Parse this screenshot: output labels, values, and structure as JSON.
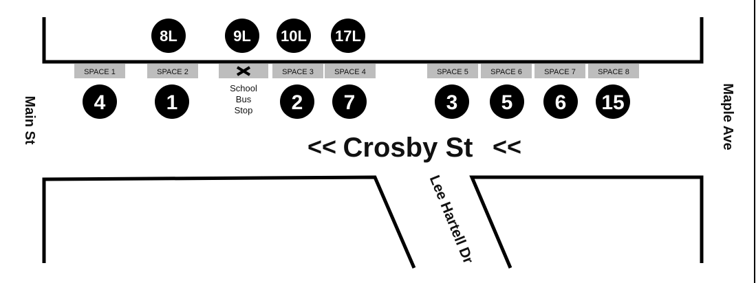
{
  "streets": {
    "main": "Main St",
    "maple": "Maple Ave",
    "crosby": "Crosby St",
    "crosby_arrows_left": "<<",
    "crosby_arrows_right": "<<",
    "lee": "Lee Hartell Dr"
  },
  "spaces": [
    "SPACE 1",
    "SPACE 2",
    "SPACE 3",
    "SPACE 4",
    "SPACE 5",
    "SPACE 6",
    "SPACE 7",
    "SPACE 8"
  ],
  "school_stop": {
    "icon": "x-icon",
    "lines": [
      "School",
      "Bus",
      "Stop"
    ]
  },
  "top_routes": [
    "8L",
    "9L",
    "10L",
    "17L"
  ],
  "bottom_routes": [
    "4",
    "1",
    "2",
    "7",
    "3",
    "5",
    "6",
    "15"
  ],
  "colors": {
    "curb": "#000000",
    "space_fill": "#bdbdbd",
    "badge": "#000000",
    "badge_text": "#ffffff"
  }
}
